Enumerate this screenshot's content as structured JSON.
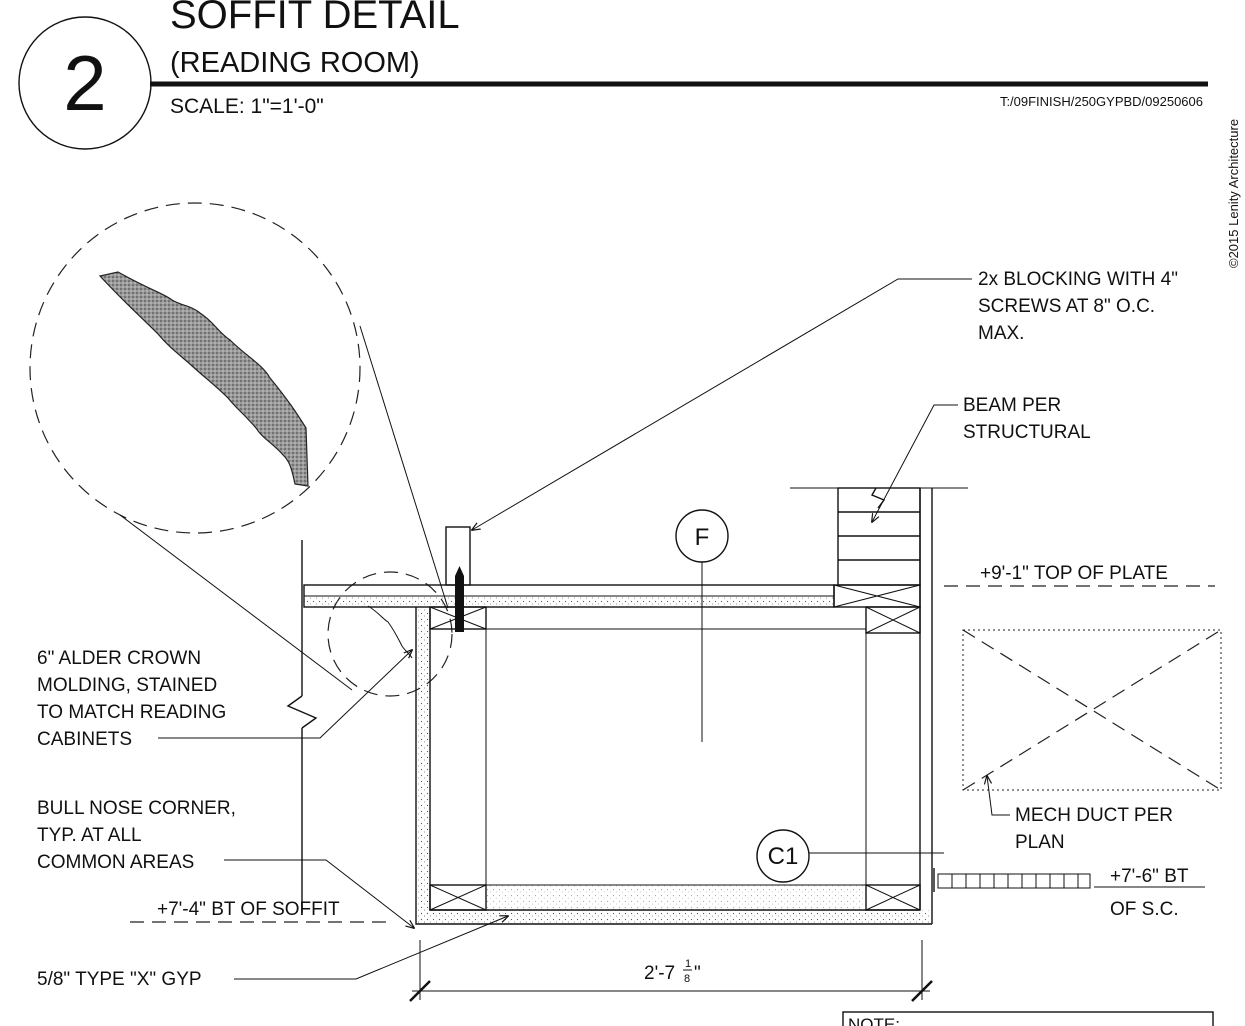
{
  "header": {
    "detail_number": "2",
    "title": "SOFFIT DETAIL",
    "subtitle": "(READING ROOM)",
    "scale": "SCALE:  1\"=1'-0\"",
    "file_path": "T:/09FINISH/250GYPBD/09250606",
    "copyright": "©2015 Lenity Architecture"
  },
  "tags": {
    "finish_tag": "F",
    "ceiling_tag": "C1"
  },
  "notes": {
    "blocking": [
      "2x BLOCKING WITH 4\"",
      "SCREWS AT 8\" O.C.",
      "MAX."
    ],
    "beam": [
      "BEAM PER",
      "STRUCTURAL"
    ],
    "crown": [
      "6\" ALDER CROWN",
      "MOLDING, STAINED",
      "TO MATCH READING",
      "CABINETS"
    ],
    "bullnose": [
      "BULL NOSE CORNER,",
      "TYP. AT ALL",
      "COMMON AREAS"
    ],
    "gyp": "5/8\" TYPE \"X\" GYP",
    "duct": [
      "MECH DUCT PER",
      "PLAN"
    ],
    "note_box": "NOTE:"
  },
  "elevations": {
    "top_of_plate": "+9'-1\" TOP OF PLATE",
    "bt_soffit": "+7'-4\" BT OF SOFFIT",
    "bt_sc": [
      "+7'-6\" BT",
      "OF S.C."
    ]
  },
  "dimension": {
    "whole": "2'-7",
    "frac_num": "1",
    "frac_den": "8",
    "unit": "\""
  }
}
